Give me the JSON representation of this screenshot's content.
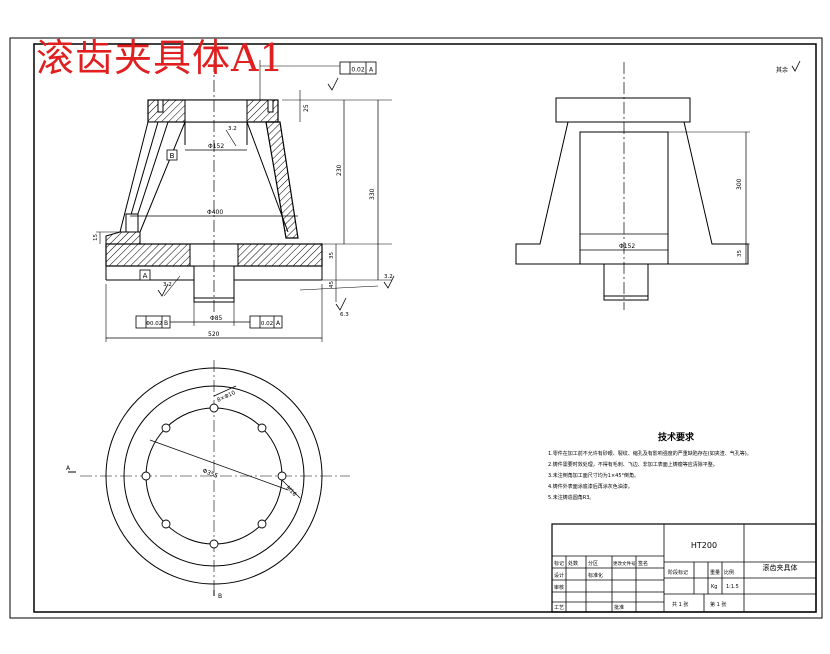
{
  "title": "滚齿夹具体A1",
  "top_view": {
    "datum_b": "B",
    "tol_top_right": "0.02",
    "tol_top_right_datum": "A",
    "dim_small_a": "25",
    "dim_bore_roughness": "3.2",
    "dim_bore": "Φ152",
    "dim_base_inner": "Φ400",
    "dim_height_total": "330",
    "dim_height_mid": "230",
    "dim_left_small": "15",
    "dim_base_h": "35",
    "dim_spigot_h": "45",
    "datum_a": "A",
    "roughness_left": "3.2",
    "roughness_right": "3.2",
    "roughness_bottom": "6.3",
    "tol_left": "Φ0.02",
    "tol_left_datum": "B",
    "dim_spigot_d": "Φ85",
    "tol_right": "0.02",
    "tol_right_datum": "A",
    "dim_base_width": "520"
  },
  "side_view": {
    "dim_height": "300",
    "dim_width": "Φ152",
    "dim_base": "35"
  },
  "surface_note": "其余",
  "plan_view": {
    "pcd_label": "Φ355",
    "hole_label": "8×Φ10",
    "hole_label2": "M16",
    "axis_a": "A",
    "axis_b": "B"
  },
  "tech_requirements": {
    "title": "技术要求",
    "items": [
      "1.零件在加工前不允许有砂眼、裂纹、缩孔及有影响强度的严重缺陷存在(如夹渣、气孔等)。",
      "2.铸件需要时效处理，不得有毛刺、飞边、非加工表面上铸瘤等应清除平整。",
      "3.未注倒角加工面尺寸均为1×45°倒角。",
      "4.铸件外表面涂底漆后再涂灰色油漆。",
      "5.未注铸造圆角R3。"
    ]
  },
  "title_block": {
    "material": "HT200",
    "part_name": "滚齿夹具体",
    "h_mark": "标记",
    "h_count": "处数",
    "h_zone": "分区",
    "h_doc": "更改文件号",
    "h_sign": "签名",
    "r_design": "设计",
    "r_check": "审核",
    "r_process": "工艺",
    "r_std": "标准化",
    "r_approve": "批准",
    "stage_label": "阶段标记",
    "weight_label": "重量",
    "scale_label": "比例",
    "scale_value": "1:1.5",
    "sheets": "共 1 张",
    "sheet_no": "第 1 张",
    "kg": "Kg"
  }
}
